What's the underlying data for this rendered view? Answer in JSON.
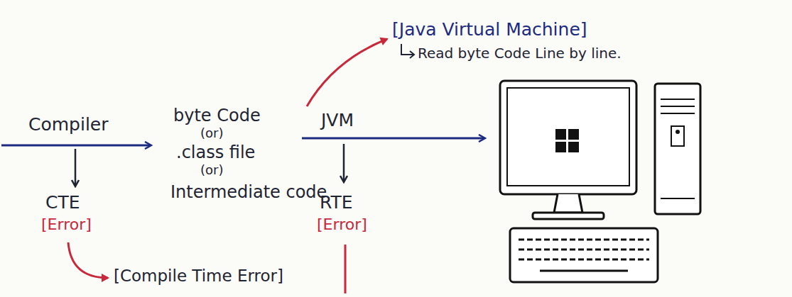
{
  "diagram": {
    "labels": [
      "[Java Virtual Machine]",
      "Read byte Code Line by line.",
      "Compiler",
      "byte Code",
      "(or)",
      "JVM",
      ".class file",
      "(or)",
      "CTE",
      "Intermediate code",
      "RTE",
      "[Error]",
      "[Error]",
      "[Compile Time Error]"
    ]
  }
}
